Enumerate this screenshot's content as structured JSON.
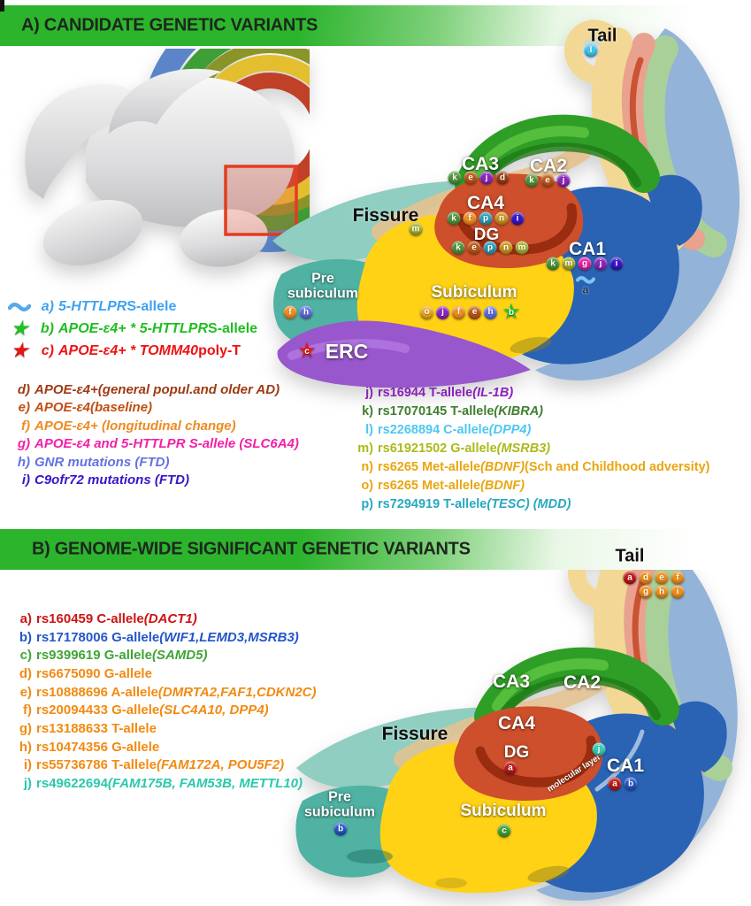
{
  "panelA": {
    "header": "A) CANDIDATE GENETIC VARIANTS",
    "legend_top": [
      {
        "marker": "a)",
        "color": "#3FA2F0",
        "icon": "wave",
        "segments": [
          {
            "t": "5-HTTLPR ",
            "i": 1
          },
          {
            "t": "S-allele",
            "i": 0
          }
        ]
      },
      {
        "marker": "b)",
        "color": "#1FBE1F",
        "icon": "star-green",
        "segments": [
          {
            "t": "APOE-ε4+ * 5-HTTLPR ",
            "i": 1
          },
          {
            "t": "S-allele",
            "i": 0
          }
        ]
      },
      {
        "marker": "c)",
        "color": "#EE1212",
        "icon": "star-red",
        "segments": [
          {
            "t": "APOE-ε4+ * TOMM40 ",
            "i": 1
          },
          {
            "t": "poly-T",
            "i": 0
          }
        ]
      }
    ],
    "legend_left": [
      {
        "marker": "d)",
        "color": "#9E3A12",
        "segments": [
          {
            "t": "APOE-ε4+(general popul.and older AD)",
            "i": 1
          }
        ]
      },
      {
        "marker": "e)",
        "color": "#C24E10",
        "segments": [
          {
            "t": "APOE-ε4(baseline)",
            "i": 1
          }
        ]
      },
      {
        "marker": "f)",
        "color": "#EE8A22",
        "segments": [
          {
            "t": "APOE-ε4+ (longitudinal change)",
            "i": 1
          }
        ]
      },
      {
        "marker": "g)",
        "color": "#F21FA8",
        "segments": [
          {
            "t": "APOE-ε4 and 5-HTTLPR S-allele (SLC6A4)",
            "i": 1
          }
        ]
      },
      {
        "marker": "h)",
        "color": "#6272E2",
        "segments": [
          {
            "t": "GNR mutations (FTD)",
            "i": 1
          }
        ]
      },
      {
        "marker": "i)",
        "color": "#3A14C8",
        "segments": [
          {
            "t": "C9ofr72 mutations (FTD)",
            "i": 1
          }
        ]
      }
    ],
    "legend_right": [
      {
        "marker": "j)",
        "color": "#8A22BB",
        "segments": [
          {
            "t": "rs16944 T-allele ",
            "i": 0
          },
          {
            "t": "(IL-1B)",
            "i": 1
          }
        ]
      },
      {
        "marker": "k)",
        "color": "#3F7F2F",
        "segments": [
          {
            "t": "rs17070145 T-allele ",
            "i": 0
          },
          {
            "t": "(KIBRA)",
            "i": 1
          }
        ]
      },
      {
        "marker": "l)",
        "color": "#4CC8F0",
        "segments": [
          {
            "t": "rs2268894 C-allele ",
            "i": 0
          },
          {
            "t": "(DPP4)",
            "i": 1
          }
        ]
      },
      {
        "marker": "m)",
        "color": "#ABBA18",
        "segments": [
          {
            "t": "rs61921502 G-allele ",
            "i": 0
          },
          {
            "t": "(MSRB3)",
            "i": 1
          }
        ]
      },
      {
        "marker": "n)",
        "color": "#E8A60F",
        "segments": [
          {
            "t": "rs6265 Met-allele ",
            "i": 0
          },
          {
            "t": "(BDNF) ",
            "i": 1
          },
          {
            "t": "(Sch and Childhood adversity)",
            "i": 0
          }
        ]
      },
      {
        "marker": "o)",
        "color": "#E8A60F",
        "segments": [
          {
            "t": "rs6265 Met-allele ",
            "i": 0
          },
          {
            "t": "(BDNF)",
            "i": 1
          }
        ]
      },
      {
        "marker": "p)",
        "color": "#28A8C0",
        "segments": [
          {
            "t": "rs7294919 T-allele ",
            "i": 0
          },
          {
            "t": "(TESC) (MDD)",
            "i": 1
          }
        ]
      }
    ],
    "regions": {
      "tail": {
        "label": "Tail",
        "badges": [
          "l"
        ]
      },
      "ca3": {
        "label": "CA3",
        "badges": [
          "k",
          "e",
          "j",
          "d"
        ]
      },
      "ca2": {
        "label": "CA2",
        "badges": [
          "k",
          "e",
          "j"
        ]
      },
      "ca4": {
        "label": "CA4",
        "badges": [
          "k",
          "f",
          "p",
          "n",
          "i"
        ]
      },
      "dg": {
        "label": "DG",
        "badges": [
          "k",
          "e",
          "p",
          "n",
          "m"
        ]
      },
      "fissure": {
        "label": "Fissure",
        "badges": [
          "m"
        ]
      },
      "ca1": {
        "label": "CA1",
        "badges": [
          "k",
          "m",
          "g",
          "j",
          "i"
        ],
        "extra": [
          "wave:a"
        ]
      },
      "presubiculum": {
        "label": "Pre\nsubiculum",
        "badges": [
          "f",
          "h"
        ]
      },
      "subiculum": {
        "label": "Subiculum",
        "badges": [
          "o",
          "j",
          "f",
          "e",
          "h",
          "star:b"
        ]
      },
      "erc": {
        "label": "ERC",
        "badges": [
          "star:c"
        ]
      }
    }
  },
  "panelB": {
    "header": "B) GENOME-WIDE SIGNIFICANT GENETIC VARIANTS",
    "legend": [
      {
        "marker": "a)",
        "color": "#CC1414",
        "segments": [
          {
            "t": "rs160459 C-allele ",
            "i": 0
          },
          {
            "t": "(DACT1)",
            "i": 1
          }
        ]
      },
      {
        "marker": "b)",
        "color": "#2356CB",
        "segments": [
          {
            "t": "rs17178006 G-allele ",
            "i": 0
          },
          {
            "t": "(WIF1,LEMD3,MSRB3)",
            "i": 1
          }
        ]
      },
      {
        "marker": "c)",
        "color": "#3FA535",
        "segments": [
          {
            "t": "rs9399619 G-allele ",
            "i": 0
          },
          {
            "t": "(SAMD5)",
            "i": 1
          }
        ]
      },
      {
        "marker": "d)",
        "color": "#F28A12",
        "segments": [
          {
            "t": "rs6675090 G-allele",
            "i": 0
          }
        ]
      },
      {
        "marker": "e)",
        "color": "#F28A12",
        "segments": [
          {
            "t": "rs10888696 A-allele ",
            "i": 0
          },
          {
            "t": "(DMRTA2,FAF1,CDKN2C)",
            "i": 1
          }
        ]
      },
      {
        "marker": "f)",
        "color": "#F28A12",
        "segments": [
          {
            "t": "rs20094433 G-allele ",
            "i": 0
          },
          {
            "t": "(SLC4A10, DPP4)",
            "i": 1
          }
        ]
      },
      {
        "marker": "g)",
        "color": "#F28A12",
        "segments": [
          {
            "t": "rs13188633 T-allele",
            "i": 0
          }
        ]
      },
      {
        "marker": "h)",
        "color": "#F28A12",
        "segments": [
          {
            "t": "rs10474356 G-allele",
            "i": 0
          }
        ]
      },
      {
        "marker": "i)",
        "color": "#F28A12",
        "segments": [
          {
            "t": "rs55736786 T-allele ",
            "i": 0
          },
          {
            "t": "(FAM172A, POU5F2)",
            "i": 1
          }
        ]
      },
      {
        "marker": "j)",
        "color": "#2BC8AC",
        "segments": [
          {
            "t": "rs49622694 ",
            "i": 0
          },
          {
            "t": "(FAM175B, FAM53B, METTL10)",
            "i": 1
          }
        ]
      }
    ],
    "regions": {
      "tail": {
        "label": "Tail",
        "badges_row1": [
          "a",
          "d",
          "e",
          "f"
        ],
        "badges_row2": [
          "g",
          "h",
          "i"
        ]
      },
      "ca3": {
        "label": "CA3"
      },
      "ca2": {
        "label": "CA2"
      },
      "ca4": {
        "label": "CA4"
      },
      "dg": {
        "label": "DG",
        "badges": [
          "a"
        ]
      },
      "fissure": {
        "label": "Fissure"
      },
      "molecular": {
        "label": "molecular layer",
        "badges": [
          "j"
        ]
      },
      "ca1": {
        "label": "CA1",
        "badges": [
          "a",
          "b"
        ]
      },
      "presubiculum": {
        "label": "Pre\nsubiculum",
        "badges": [
          "b"
        ]
      },
      "subiculum": {
        "label": "Subiculum",
        "badges": [
          "c"
        ]
      }
    }
  },
  "badge_colors": {
    "panelA": {
      "d": "#9C3A12",
      "e": "#BE5614",
      "f": "#F08C1E",
      "g": "#EE1CA6",
      "h": "#5E6EE0",
      "i": "#3816C6",
      "j": "#8C24BE",
      "k": "#4E9438",
      "l": "#3EC6EE",
      "m": "#A6B028",
      "n": "#CE921C",
      "o": "#ECA61A",
      "p": "#2C9FB8"
    },
    "panelB": {
      "a": "#C01616",
      "b": "#2356C8",
      "c": "#42A030",
      "d": "#EE8E16",
      "e": "#EE8E16",
      "f": "#EE8E16",
      "g": "#EE8E16",
      "h": "#EE8E16",
      "i": "#EE8E16",
      "j": "#38CCB2"
    },
    "star_b": "#22C122",
    "star_c": "#E41414",
    "wave_stroke": "#7EC4F2"
  },
  "theme": {
    "header_green": "#2DB42D"
  }
}
